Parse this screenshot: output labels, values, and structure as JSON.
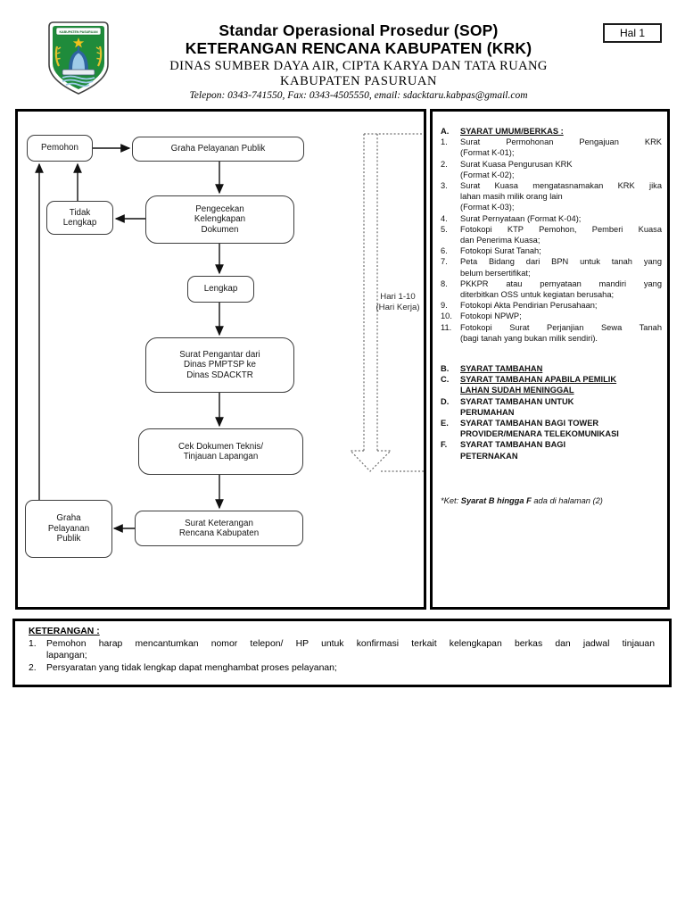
{
  "page": {
    "hal_label": "Hal 1"
  },
  "header": {
    "logo": "kabupaten-pasuruan-seal",
    "title_line1": "Standar Operasional Prosedur (SOP)",
    "title_line2": "KETERANGAN RENCANA KABUPATEN (KRK)",
    "title_line3": "DINAS SUMBER DAYA AIR, CIPTA KARYA DAN TATA RUANG",
    "title_line4": "KABUPATEN PASURUAN",
    "contact_line": "Telepon: 0343-741550, Fax: 0343-4505550, email: sdacktaru.kabpas@gmail.com"
  },
  "flowchart": {
    "nodes": {
      "pemohon": [
        "Pemohon"
      ],
      "graha_top": [
        "Graha Pelayanan Publik"
      ],
      "pengecekan": [
        "Pengecekan",
        "Kelengkapan",
        "Dokumen"
      ],
      "tidak_lengkap": [
        "Tidak",
        "Lengkap"
      ],
      "lengkap": [
        "Lengkap"
      ],
      "surat_pengantar": [
        "Surat Pengantar dari",
        "Dinas PMPTSP ke",
        "Dinas SDACKTR"
      ],
      "cek_dokumen": [
        "Cek Dokumen Teknis/",
        "Tinjauan Lapangan"
      ],
      "surat_keterangan": [
        "Surat Keterangan",
        "Rencana Kabupaten"
      ],
      "graha_bottom": [
        "Graha",
        "Pelayanan",
        "Publik"
      ]
    },
    "duration": [
      "Hari 1-10",
      "(Hari Kerja)"
    ]
  },
  "req": {
    "a": {
      "letter": "A.",
      "title": "SYARAT UMUM/BERKAS :",
      "items": [
        {
          "num": "1.",
          "lines": [
            "Surat Permohonan Pengajuan KRK",
            "(Format K-01);"
          ]
        },
        {
          "num": "2.",
          "lines": [
            "Surat Kuasa Pengurusan KRK",
            "(Format K-02);"
          ]
        },
        {
          "num": "3.",
          "lines": [
            "Surat Kuasa mengatasnamakan KRK jika",
            "lahan masih milik orang lain",
            "(Format K-03);"
          ]
        },
        {
          "num": "4.",
          "lines": [
            "Surat Pernyataan (Format K-04);"
          ]
        },
        {
          "num": "5.",
          "lines": [
            "Fotokopi KTP Pemohon, Pemberi Kuasa",
            "dan Penerima Kuasa;"
          ]
        },
        {
          "num": "6.",
          "lines": [
            "Fotokopi Surat Tanah;"
          ]
        },
        {
          "num": "7.",
          "lines": [
            "Peta Bidang dari BPN untuk tanah yang",
            "belum bersertifikat;"
          ]
        },
        {
          "num": "8.",
          "lines": [
            "PKKPR atau pernyataan mandiri yang",
            "diterbitkan OSS untuk kegiatan berusaha;"
          ]
        },
        {
          "num": "9.",
          "lines": [
            "Fotokopi Akta Pendirian Perusahaan;"
          ]
        },
        {
          "num": "10.",
          "lines": [
            "Fotokopi NPWP;"
          ]
        },
        {
          "num": "11.",
          "lines": [
            "Fotokopi Surat Perjanjian Sewa Tanah",
            "(bagi tanah yang bukan milik sendiri)."
          ]
        }
      ]
    },
    "sections": [
      {
        "letter": "B.",
        "lines": [
          "SYARAT TAMBAHAN"
        ]
      },
      {
        "letter": "C.",
        "lines": [
          "SYARAT TAMBAHAN APABILA PEMILIK",
          "LAHAN SUDAH MENINGGAL"
        ]
      },
      {
        "letter": "D.",
        "lines": [
          "SYARAT TAMBAHAN UNTUK",
          "PERUMAHAN"
        ]
      },
      {
        "letter": "E.",
        "lines": [
          "SYARAT TAMBAHAN BAGI TOWER",
          "PROVIDER/MENARA TELEKOMUNIKASI"
        ]
      },
      {
        "letter": "F.",
        "lines": [
          "SYARAT TAMBAHAN BAGI",
          "PETERNAKAN"
        ]
      }
    ],
    "note": {
      "prefix": "*Ket: ",
      "bold": "Syarat B hingga F",
      "suffix": " ada di halaman (2)"
    }
  },
  "keterangan": {
    "title": "KETERANGAN :",
    "items": [
      {
        "num": "1.",
        "lines": [
          "Pemohon harap mencantumkan nomor telepon/ HP untuk konfirmasi terkait kelengkapan berkas dan jadwal tinjauan",
          "lapangan;"
        ]
      },
      {
        "num": "2.",
        "lines": [
          "Persyaratan yang tidak lengkap dapat menghambat proses pelayanan;"
        ]
      }
    ]
  }
}
